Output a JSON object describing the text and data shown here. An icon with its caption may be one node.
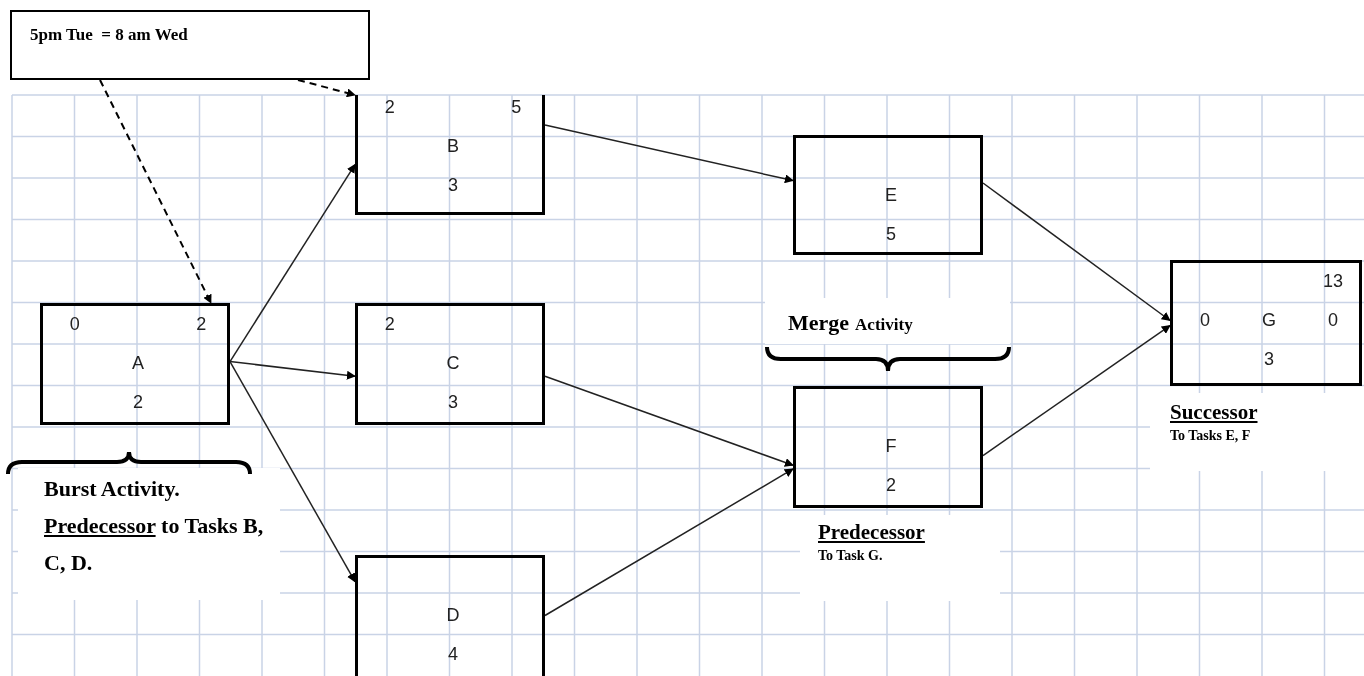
{
  "diagram": {
    "nodes": [
      {
        "text": [
          "5pm Tue  = 8 am Wed"
        ]
      },
      {
        "text": [
          "0",
          "2",
          "A",
          "2"
        ]
      },
      {
        "text": [
          "2",
          "5",
          "B",
          "3"
        ]
      },
      {
        "text": [
          "2",
          "C",
          "3"
        ]
      },
      {
        "text": [
          "D",
          "4"
        ]
      },
      {
        "text": [
          "E",
          "5"
        ]
      },
      {
        "text": [
          "F",
          "2"
        ]
      },
      {
        "text": [
          "13",
          "0",
          "G",
          "0",
          "3"
        ]
      }
    ],
    "edges": [
      {
        "from": 0,
        "to": 2,
        "arrow": "to",
        "style": "dashed"
      },
      {
        "from": 0,
        "to": 1,
        "arrow": "to",
        "style": "dashed"
      },
      {
        "from": 1,
        "to": 2,
        "arrow": "to"
      },
      {
        "from": 1,
        "to": 3,
        "arrow": "to"
      },
      {
        "from": 1,
        "to": 4,
        "arrow": "to"
      },
      {
        "from": 2,
        "to": 5,
        "arrow": "to"
      },
      {
        "from": 3,
        "to": 6,
        "arrow": "to"
      },
      {
        "from": 4,
        "to": 6,
        "arrow": "to"
      },
      {
        "from": 5,
        "to": 7,
        "arrow": "to"
      },
      {
        "from": 6,
        "to": 7,
        "arrow": "to"
      }
    ],
    "labels": [
      "Burst Activity.",
      "Predecessor",
      "to Tasks B, C, D.",
      "Merge",
      "Activity",
      "Predecessor",
      "To Task G.",
      "Successor",
      "To Tasks E, F"
    ]
  }
}
